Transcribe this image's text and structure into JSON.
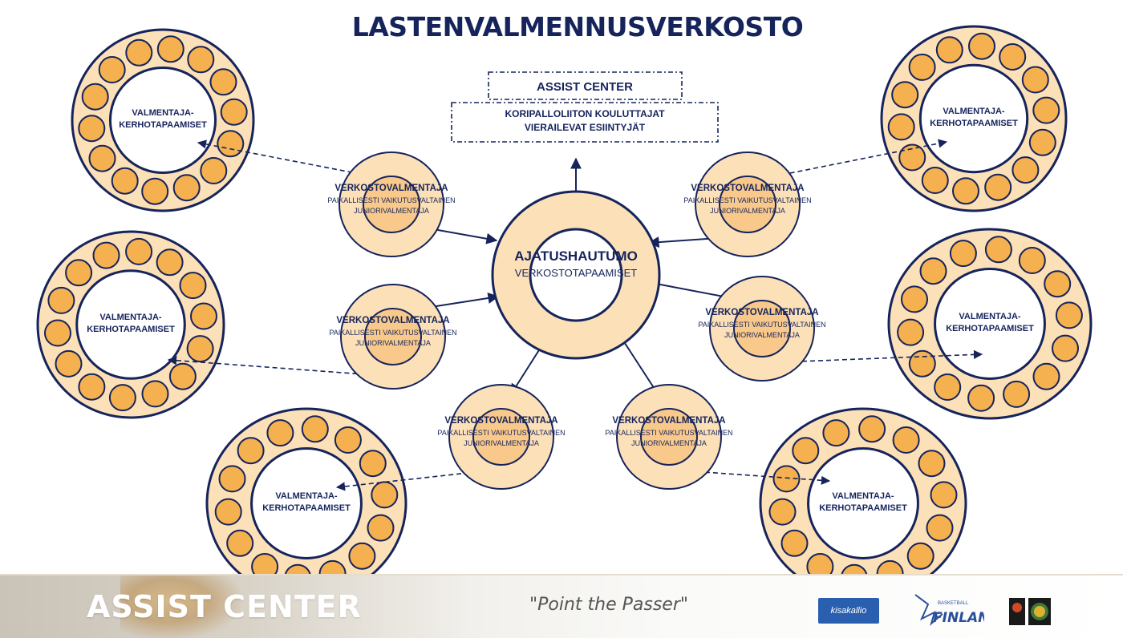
{
  "title": "LASTENVALMENNUSVERKOSTO",
  "assist_center_box": "ASSIST CENTER",
  "trainers_box": [
    "KORIPALLOLIITON KOULUTTAJAT",
    "VIERAILEVAT ESIINTYJÄT"
  ],
  "hub": {
    "title": "AJATUSHAUTUMO",
    "subtitle": "VERKOSTOTAPAAMISET"
  },
  "network_coach": {
    "title": "VERKOSTOVALMENTAJA",
    "line1": "PAIKALLISESTI VAIKUTUSVALTAINEN",
    "line2": "JUNIORIVALMENTAJA"
  },
  "club_meeting": [
    "VALMENTAJA-",
    "KERHOTAPAAMISET"
  ],
  "footer": {
    "logo": "ASSIST CENTER",
    "tagline": "\"Point the Passer\"",
    "sponsor1": "kisakallio",
    "sponsor2": "FINLAND",
    "sponsor2_small": "BASKETBALL"
  },
  "colors": {
    "navy": "#16245c",
    "ring_fill": "#fce0b8",
    "dot_fill": "#f5b04f",
    "inner_fill": "#f8c98a"
  }
}
